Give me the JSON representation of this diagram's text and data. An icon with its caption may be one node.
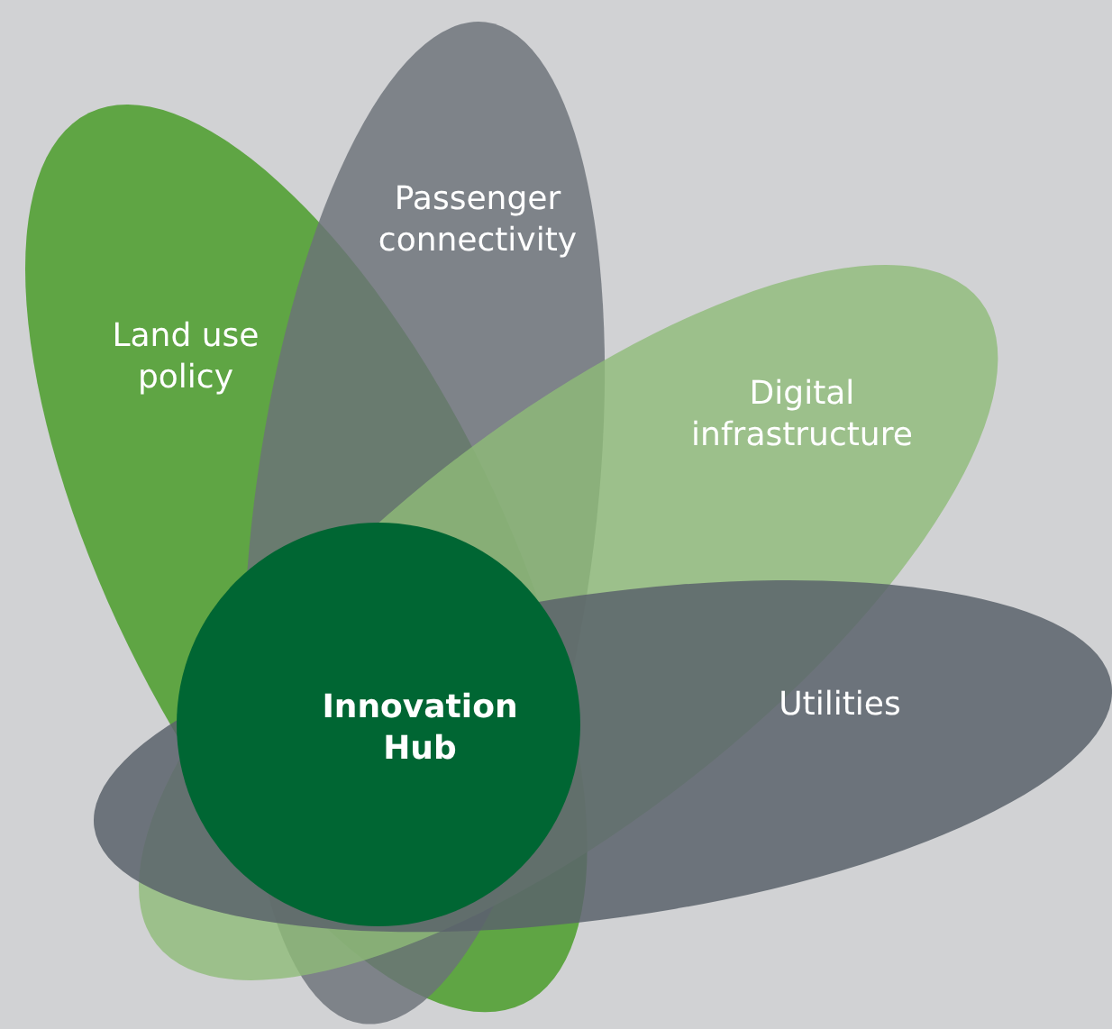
{
  "diagram": {
    "nodes": [
      {
        "text": [
          "Land use policy"
        ]
      },
      {
        "text": [
          "Passenger connectivity"
        ]
      },
      {
        "text": [
          "Digital infrastructure"
        ]
      },
      {
        "text": [
          "Utilities"
        ]
      },
      {
        "text": [
          "Innovation Hub"
        ]
      }
    ]
  }
}
